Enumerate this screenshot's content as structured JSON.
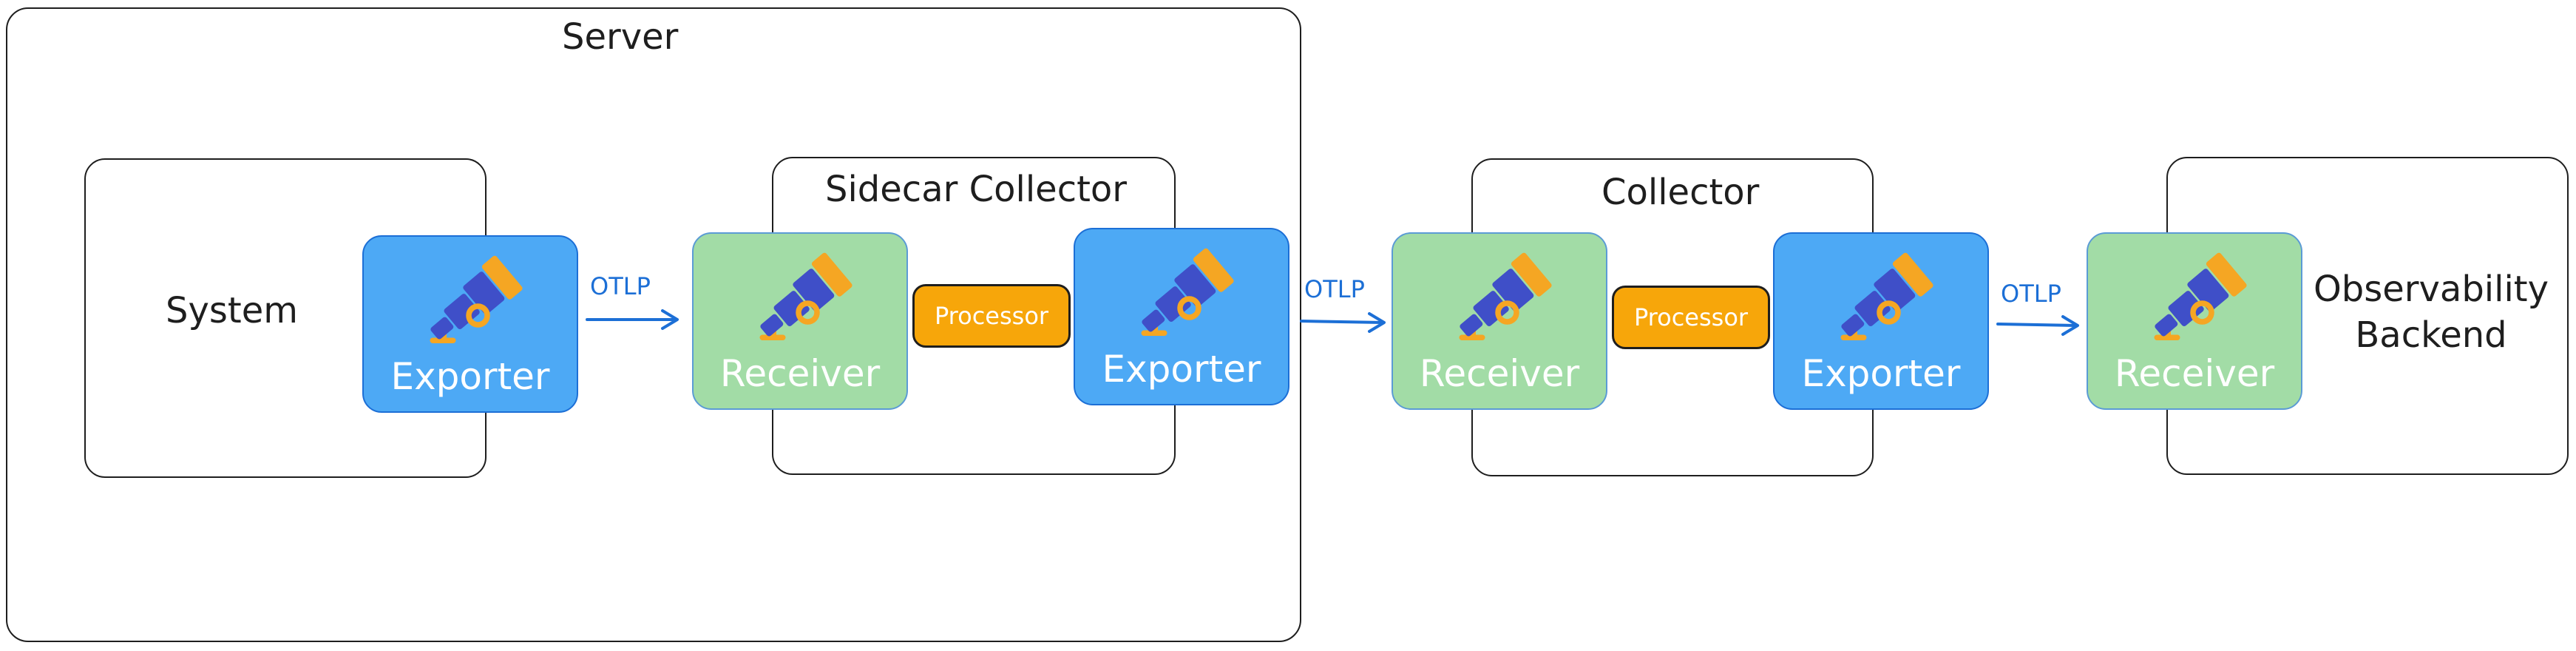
{
  "server": {
    "title": "Server"
  },
  "system": {
    "title": "System"
  },
  "sidecar": {
    "title": "Sidecar Collector"
  },
  "collector": {
    "title": "Collector"
  },
  "backend": {
    "title_line1": "Observability",
    "title_line2": "Backend"
  },
  "components": {
    "exporter": "Exporter",
    "receiver": "Receiver",
    "processor": "Processor"
  },
  "protocol": "OTLP",
  "colors": {
    "exporter_fill": "#4da9f5",
    "receiver_fill": "#a2dca6",
    "processor_fill": "#f7a60a",
    "telescope_body": "#3f4fc8",
    "telescope_accent": "#f5a623",
    "arrow": "#1c6fd6"
  },
  "icons": {
    "component": "telescope-icon"
  }
}
